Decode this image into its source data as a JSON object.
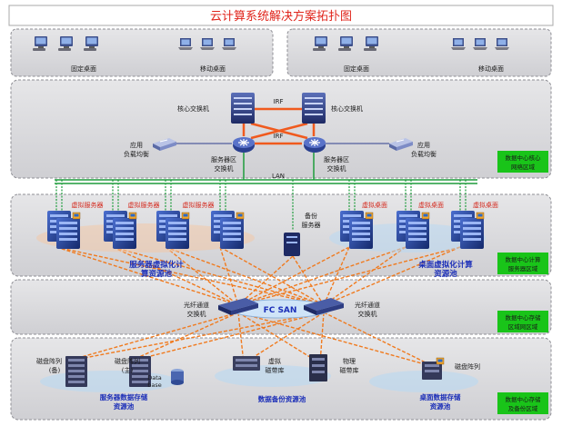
{
  "title": "云计算系统解决方案拓扑图",
  "client_zones": [
    {
      "fixed_label": "固定桌面",
      "mobile_label": "移动桌面"
    },
    {
      "fixed_label": "固定桌面",
      "mobile_label": "移动桌面"
    }
  ],
  "core": {
    "core_switch_left": "核心交换机",
    "core_switch_right": "核心交换机",
    "irf_top": "IRF",
    "irf_mid": "IRF",
    "lan": "LAN",
    "lb_left": [
      "应用",
      "负载均衡"
    ],
    "lb_right": [
      "应用",
      "负载均衡"
    ],
    "server_sw_left": [
      "服务器区",
      "交换机"
    ],
    "server_sw_right": [
      "服务器区",
      "交换机"
    ]
  },
  "compute": {
    "virtual_server": "虚拟服务器",
    "virtual_desktop": "虚拟桌面",
    "backup_server": [
      "备份",
      "服务器"
    ],
    "server_pool": [
      "服务器虚拟化计",
      "算资源池"
    ],
    "desktop_pool": [
      "桌面虚拟化计算",
      "资源池"
    ]
  },
  "san": {
    "fc_san": "FC SAN",
    "fc_switch_left": [
      "光纤通道",
      "交换机"
    ],
    "fc_switch_right": [
      "光纤通道",
      "交换机"
    ]
  },
  "storage": {
    "disk_backup": [
      "磁盘阵列",
      "(备)"
    ],
    "disk_primary": [
      "磁盘阵列",
      "(主)"
    ],
    "database": [
      "Data",
      "base"
    ],
    "virtual_tape": [
      "虚拟",
      "磁带库"
    ],
    "physical_tape": [
      "物理",
      "磁带库"
    ],
    "disk_right": "磁盘阵列",
    "server_storage_pool": [
      "服务器数据存储",
      "资源池"
    ],
    "backup_pool": "数据备份资源池",
    "desktop_storage_pool": [
      "桌面数据存储",
      "资源池"
    ]
  },
  "zone_labels": [
    [
      "数据中心核心",
      "网络区域"
    ],
    [
      "数据中心计算",
      "服务器区域"
    ],
    [
      "数据中心存储",
      "区域网区域"
    ],
    [
      "数据中心存储",
      "及备份区域"
    ]
  ],
  "colors": {
    "title": "#e0241b",
    "zone_fill": "#d3d3d6",
    "zone_label_fill": "#19c419",
    "irf_line": "#f05a1e",
    "lan_line": "#1e9c3c",
    "fc_line": "#f07a1e",
    "pool_text": "#1c2fb8"
  }
}
